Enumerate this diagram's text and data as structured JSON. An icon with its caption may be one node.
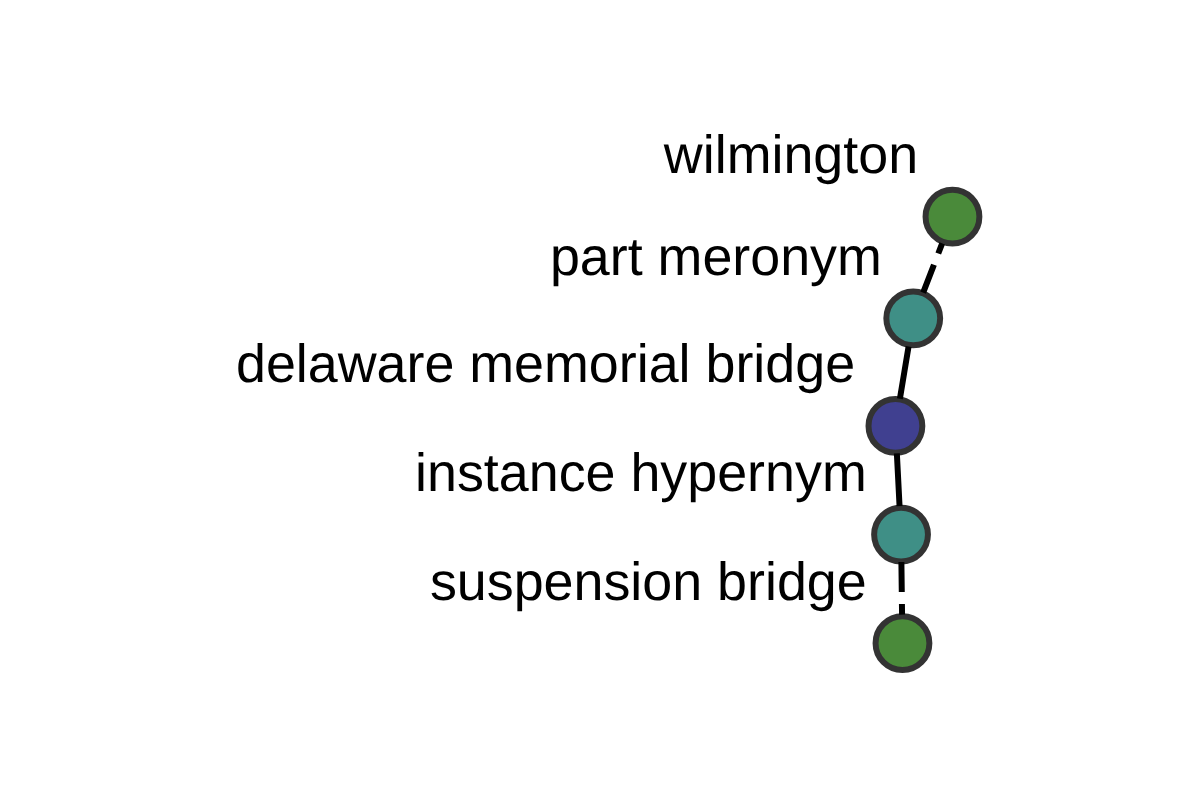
{
  "diagram": {
    "nodes": [
      {
        "text": [
          "delaware memorial bridge"
        ]
      },
      {
        "text": [
          "instance hypernym"
        ]
      },
      {
        "text": [
          "suspension bridge"
        ]
      },
      {
        "text": [
          "part meronym"
        ]
      },
      {
        "text": [
          "wilmington"
        ]
      }
    ],
    "edges": [
      {
        "from": 0,
        "to": 1,
        "arrow": "none"
      },
      {
        "from": 1,
        "to": 2,
        "arrow": "none",
        "style": "dashed"
      },
      {
        "from": 0,
        "to": 3,
        "arrow": "none"
      },
      {
        "from": 3,
        "to": 4,
        "arrow": "none",
        "style": "dashed"
      }
    ]
  }
}
